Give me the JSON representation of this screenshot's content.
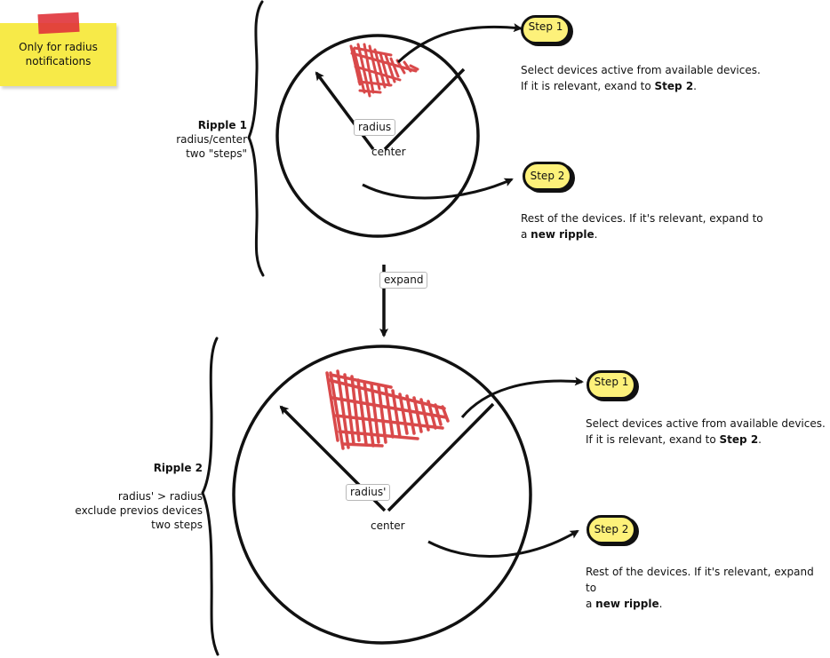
{
  "sticky_note": {
    "text_line1": "Only for radius",
    "text_line2": "notifications",
    "tape_color": "#e0333a",
    "note_color": "#f7ea48"
  },
  "ripple1": {
    "title": "Ripple 1",
    "line1": "radius/center",
    "line2": "two \"steps\"",
    "radius_tag": "radius",
    "center_label": "center",
    "step1": {
      "label": "Step 1",
      "desc_line1": "Select devices active from available devices.",
      "desc_line2_prefix": "If it is relevant, exand to ",
      "desc_line2_bold": "Step 2",
      "desc_line2_suffix": "."
    },
    "step2": {
      "label": "Step 2",
      "desc_line1": "Rest of the devices. If it's relevant, expand to",
      "desc_line2_prefix": "a ",
      "desc_line2_bold": "new ripple",
      "desc_line2_suffix": "."
    }
  },
  "expand_label": "expand",
  "ripple2": {
    "title": "Ripple 2",
    "line1": "radius' > radius",
    "line2": "exclude previos devices",
    "line3": "two steps",
    "radius_tag": "radius'",
    "center_label": "center",
    "step1": {
      "label": "Step 1",
      "desc_line1": "Select devices active from available devices.",
      "desc_line2_prefix": "If it is relevant, exand to ",
      "desc_line2_bold": "Step 2",
      "desc_line2_suffix": "."
    },
    "step2": {
      "label": "Step 2",
      "desc_line1": "Rest of the devices. If it's relevant, expand to",
      "desc_line2_prefix": "a ",
      "desc_line2_bold": "new ripple",
      "desc_line2_suffix": "."
    }
  },
  "colors": {
    "scribble": "#d9494a",
    "step_fill": "#fdf17a",
    "ink": "#111111"
  }
}
